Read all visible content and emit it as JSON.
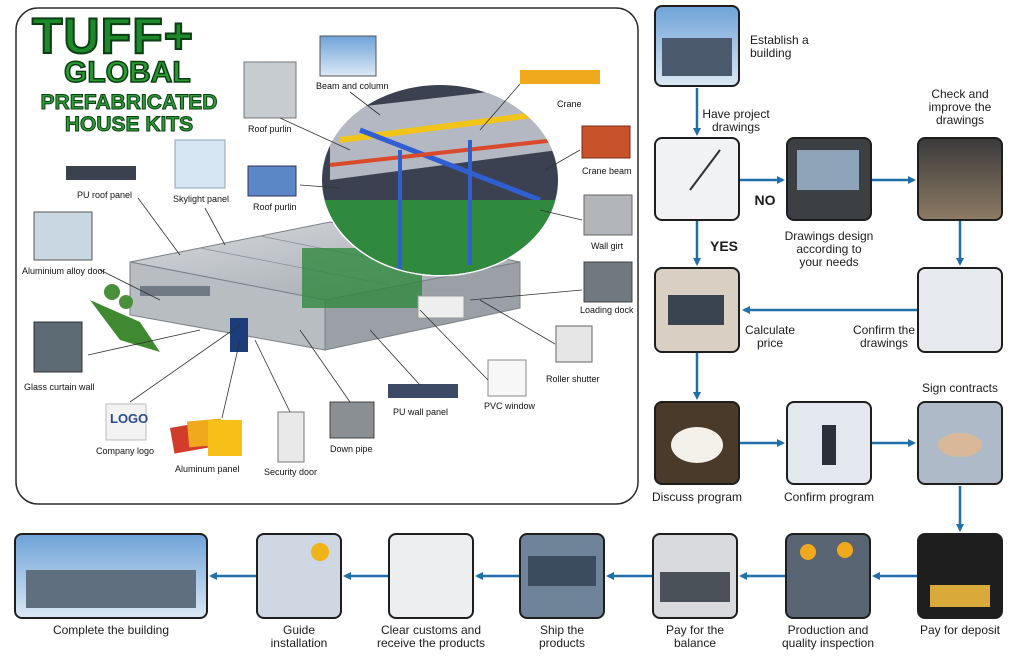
{
  "brand": {
    "line1": "TUFF+",
    "line2": "GLOBAL",
    "line3": "PREFABRICATED",
    "line4": "HOUSE KITS"
  },
  "panel_labels": {
    "beam_column": "Beam and column",
    "roof_purlin_top": "Roof purlin",
    "crane": "Crane",
    "crane_beam": "Crane beam",
    "pu_roof_panel": "PU roof panel",
    "skylight_panel": "Skylight panel",
    "roof_purlin": "Roof purlin",
    "wall_girt": "Wall girt",
    "aluminium_alloy_door": "Aluminium alloy door",
    "loading_dock": "Loading dock",
    "roller_shutter": "Roller shutter",
    "glass_curtain_wall": "Glass curtain wall",
    "pvc_window": "PVC window",
    "pu_wall_panel": "PU wall panel",
    "company_logo": "Company logo",
    "logo_mark": "LOGO",
    "aluminum_panel": "Aluminum panel",
    "security_door": "Security door",
    "down_pipe": "Down pipe"
  },
  "flow": {
    "establish": "Establish a\nbuilding",
    "have_drawings": "Have project\ndrawings",
    "check_improve": "Check and\nimprove the\ndrawings",
    "no": "NO",
    "yes": "YES",
    "drawings_design": "Drawings design\naccording to\nyour needs",
    "calculate_price": "Calculate\nprice",
    "confirm_drawings": "Confirm the\ndrawings",
    "sign_contracts": "Sign contracts",
    "discuss_program": "Discuss program",
    "confirm_program": "Confirm program",
    "complete_building": "Complete the building",
    "guide_installation": "Guide\ninstallation",
    "clear_customs": "Clear customs and\nreceive the products",
    "ship_products": "Ship the\nproducts",
    "pay_balance": "Pay for the\nbalance",
    "production_inspection": "Production and\nquality inspection",
    "pay_deposit": "Pay for deposit"
  },
  "colors": {
    "arrow": "#1f6fa8",
    "brand_green": "#1c8a2a",
    "panel_border": "#2b2b2b"
  }
}
